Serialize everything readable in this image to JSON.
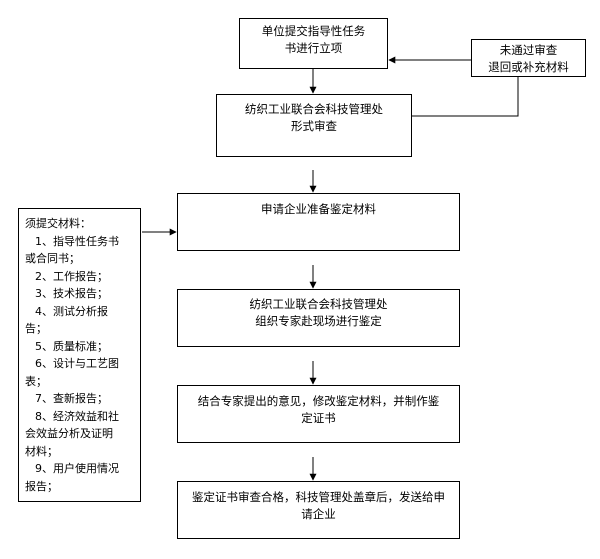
{
  "flow": {
    "step1": {
      "lines": [
        "单位提交指导性任务",
        "书进行立项"
      ]
    },
    "step2": {
      "lines": [
        "纺织工业联合会科技管理处",
        "形式审查"
      ]
    },
    "step3": {
      "lines": [
        "申请企业准备鉴定材料"
      ]
    },
    "step4": {
      "lines": [
        "纺织工业联合会科技管理处",
        "组织专家赴现场进行鉴定"
      ]
    },
    "step5": {
      "lines": [
        "结合专家提出的意见，修改鉴定材料，并制作鉴",
        "定证书"
      ]
    },
    "step6": {
      "lines": [
        "鉴定证书审查合格，科技管理处盖章后，发送给申",
        "请企业"
      ]
    }
  },
  "side_note": {
    "lines": [
      "未通过审查",
      "退回或补充材料"
    ]
  },
  "materials": {
    "lines": [
      "须提交材料：",
      "1、指导性任务书",
      "或合同书；",
      "2、工作报告；",
      "3、技术报告；",
      "4、测试分析报",
      "告；",
      "5、质量标准；",
      "6、设计与工艺图",
      "表；",
      "7、查新报告；",
      "8、经济效益和社",
      "会效益分析及证明",
      "材料；",
      "9、用户使用情况",
      "报告；"
    ]
  }
}
